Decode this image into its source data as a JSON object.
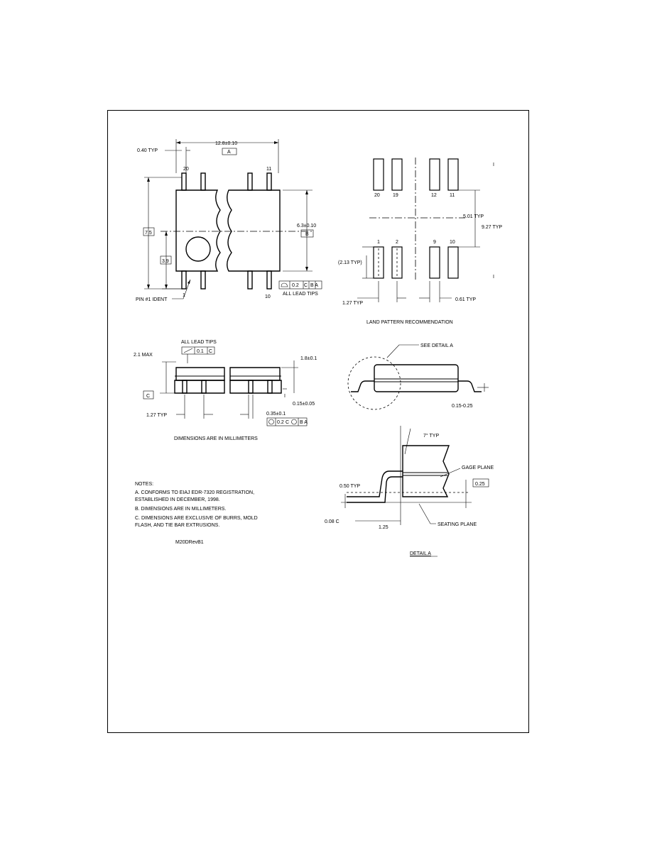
{
  "top_view": {
    "overall_length": "12.8±0.10",
    "datum_a": "A",
    "lead_width_label": "0.40 TYP",
    "pin_top_left": "20",
    "pin_top_right": "11",
    "pin_bottom_left": "1",
    "pin_bottom_right": "10",
    "height_75": "7.5",
    "height_39": "3.9",
    "body_width": "6.3±0.10",
    "datum_b": "B",
    "pin1_ident": "PIN #1 IDENT",
    "fcf_tolerance": "0.2",
    "fcf_datum_c": "C",
    "fcf_datums": "B A",
    "all_lead_tips": "ALL LEAD TIPS"
  },
  "land_pattern": {
    "title": "LAND PATTERN RECOMMENDATION",
    "pins_top": [
      "20",
      "19",
      "12",
      "11"
    ],
    "pins_bottom": [
      "1",
      "2",
      "9",
      "10"
    ],
    "dim_501": "5.01 TYP",
    "dim_927": "9.27 TYP",
    "dim_213": "(2.13 TYP)",
    "dim_127": "1.27 TYP",
    "dim_061": "0.61 TYP"
  },
  "side_view": {
    "all_lead_tips": "ALL LEAD TIPS",
    "coplanarity": "0.1",
    "coplanarity_datum": "C",
    "max_height": "2.1 MAX",
    "body_height": "1.8±0.1",
    "datum_c": "C",
    "standoff": "0.15±0.05",
    "pitch": "1.27 TYP",
    "lead_width": "0.35±0.1",
    "pos_tolerance": "0.2",
    "pos_datum_c": "C",
    "pos_datums": "B A",
    "units_note": "DIMENSIONS ARE IN MILLIMETERS"
  },
  "end_view": {
    "see_detail": "SEE DETAIL A",
    "lead_thickness": "0.15-0.25"
  },
  "detail_a": {
    "title": "DETAIL A",
    "angle": "7° TYP",
    "gage_plane": "GAGE PLANE",
    "gage_dim": "0.25",
    "lead_radius": "0.50 TYP",
    "seating_plane": "SEATING PLANE",
    "foot_angle": "0.08 C",
    "foot_length": "1.25"
  },
  "notes": {
    "heading": "NOTES:",
    "a1": "A. CONFORMS TO EIAJ EDR-7320 REGISTRATION,",
    "a2": "    ESTABLISHED IN DECEMBER, 1998.",
    "b": "B. DIMENSIONS ARE IN MILLIMETERS.",
    "c1": "C. DIMENSIONS ARE EXCLUSIVE OF BURRS, MOLD",
    "c2": "    FLASH, AND TIE BAR EXTRUSIONS.",
    "drawing_no": "M20DRevB1"
  },
  "colors": {
    "ink": "#000000",
    "paper": "#ffffff"
  }
}
